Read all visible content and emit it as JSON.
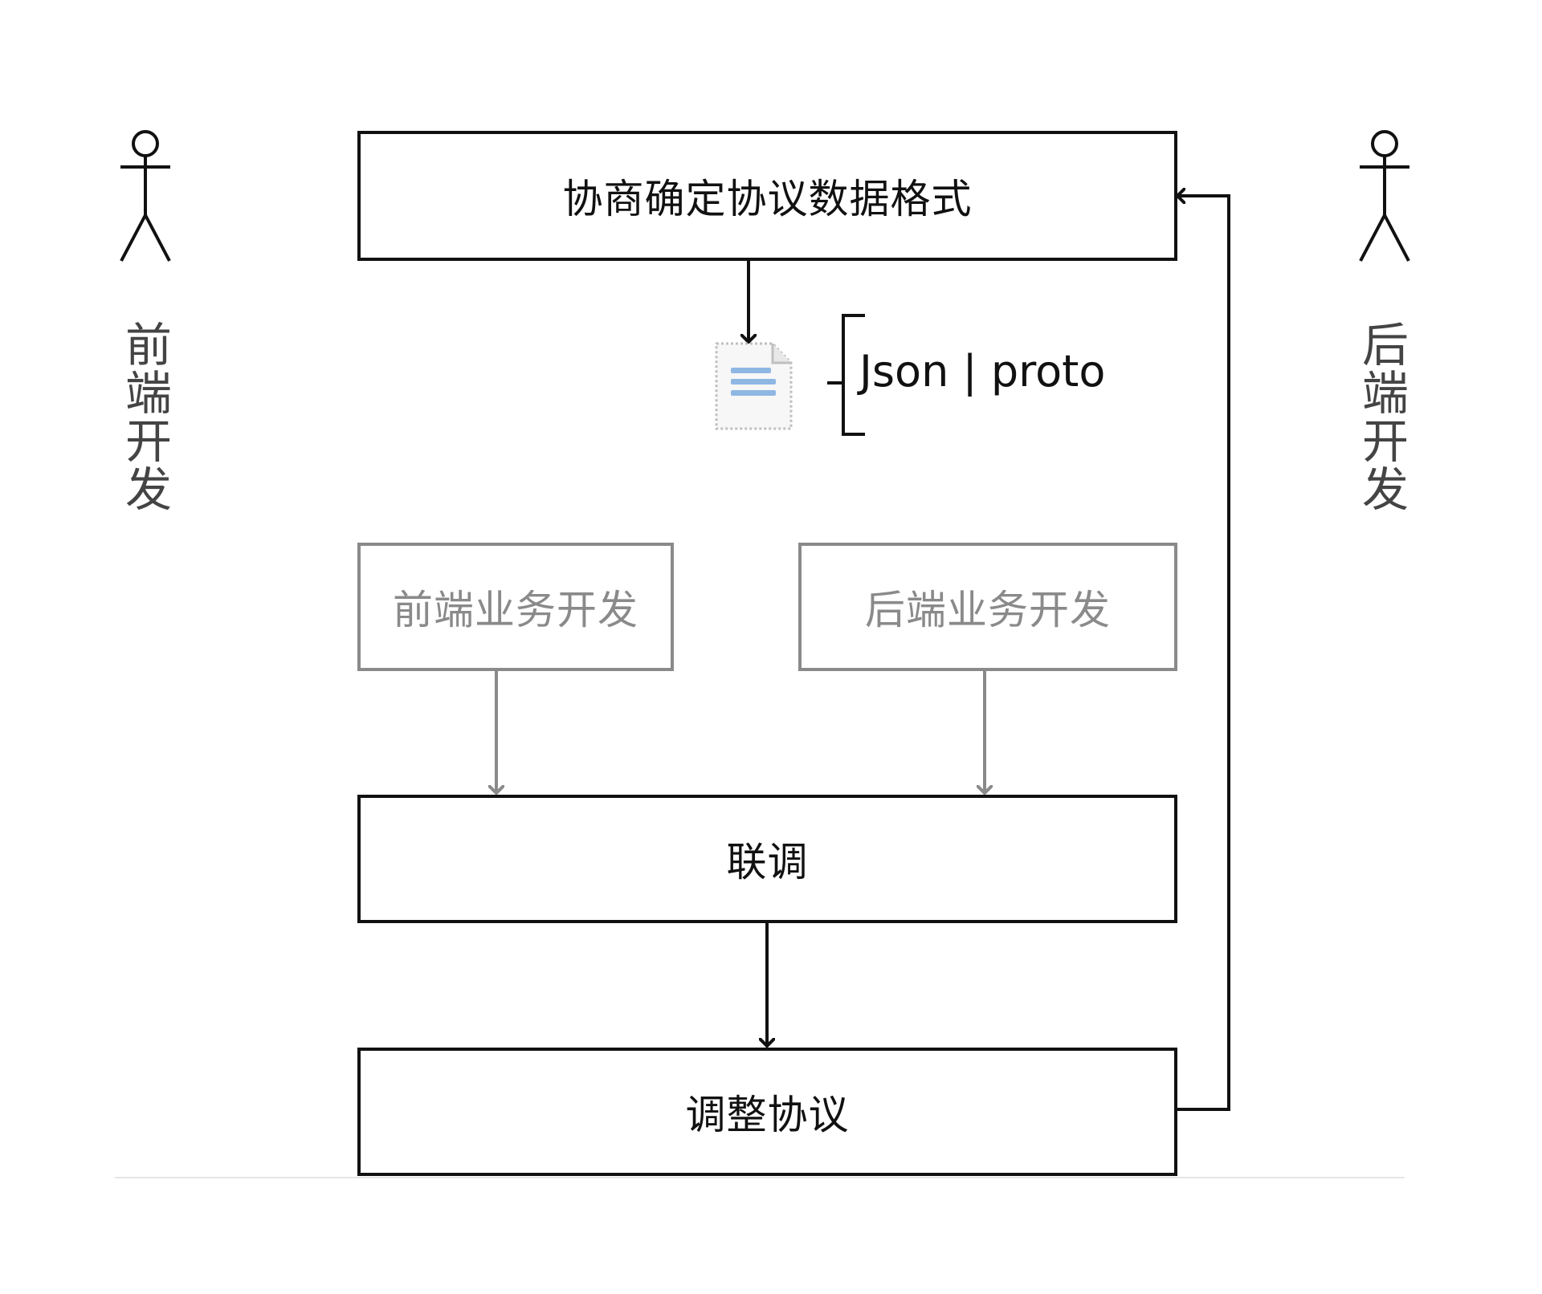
{
  "actors": {
    "frontend": {
      "label": "前端开发",
      "icon": "stick-figure-icon"
    },
    "backend": {
      "label": "后端开发",
      "icon": "stick-figure-icon"
    }
  },
  "steps": {
    "negotiate": "协商确定协议数据格式",
    "frontend_dev": "前端业务开发",
    "backend_dev": "后端业务开发",
    "integration": "联调",
    "adjust": "调整协议"
  },
  "artifact": {
    "icon": "document-icon",
    "label": "Json | proto"
  },
  "colors": {
    "primary": "#111111",
    "muted": "#8a8a8a",
    "actor_text": "#444444",
    "document_lines": "#8fb7e3"
  }
}
